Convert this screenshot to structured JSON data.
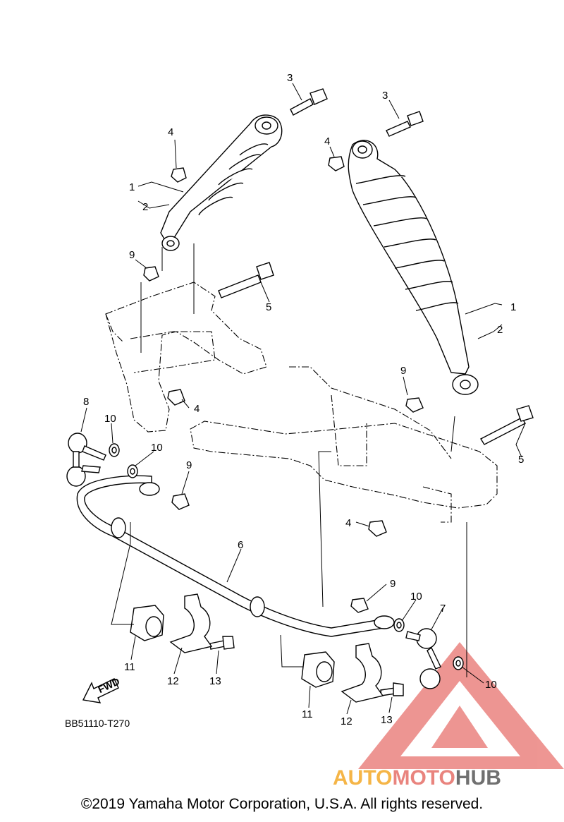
{
  "diagram_code": "BB51110-T270",
  "fwd_label": "FWD",
  "copyright": "©2019 Yamaha Motor Corporation, U.S.A. All rights reserved.",
  "watermark": {
    "part1": "AUTO",
    "part2": "MOTO",
    "part3": "HUB",
    "colors": {
      "auto": "#f5b547",
      "moto": "#e9847e",
      "hub": "#707070",
      "logo": "#e0403a"
    }
  },
  "callouts": [
    {
      "id": "c3a",
      "num": "3"
    },
    {
      "id": "c3b",
      "num": "3"
    },
    {
      "id": "c4a",
      "num": "4"
    },
    {
      "id": "c4b",
      "num": "4"
    },
    {
      "id": "c4c",
      "num": "4"
    },
    {
      "id": "c4d",
      "num": "4"
    },
    {
      "id": "c1a",
      "num": "1"
    },
    {
      "id": "c2a",
      "num": "2"
    },
    {
      "id": "c1b",
      "num": "1"
    },
    {
      "id": "c2b",
      "num": "2"
    },
    {
      "id": "c9a",
      "num": "9"
    },
    {
      "id": "c9b",
      "num": "9"
    },
    {
      "id": "c9c",
      "num": "9"
    },
    {
      "id": "c9d",
      "num": "9"
    },
    {
      "id": "c5a",
      "num": "5"
    },
    {
      "id": "c5b",
      "num": "5"
    },
    {
      "id": "c8",
      "num": "8"
    },
    {
      "id": "c10a",
      "num": "10"
    },
    {
      "id": "c10b",
      "num": "10"
    },
    {
      "id": "c10c",
      "num": "10"
    },
    {
      "id": "c10d",
      "num": "10"
    },
    {
      "id": "c6",
      "num": "6"
    },
    {
      "id": "c7",
      "num": "7"
    },
    {
      "id": "c11a",
      "num": "11"
    },
    {
      "id": "c12a",
      "num": "12"
    },
    {
      "id": "c13a",
      "num": "13"
    },
    {
      "id": "c11b",
      "num": "11"
    },
    {
      "id": "c12b",
      "num": "12"
    },
    {
      "id": "c13b",
      "num": "13"
    }
  ]
}
